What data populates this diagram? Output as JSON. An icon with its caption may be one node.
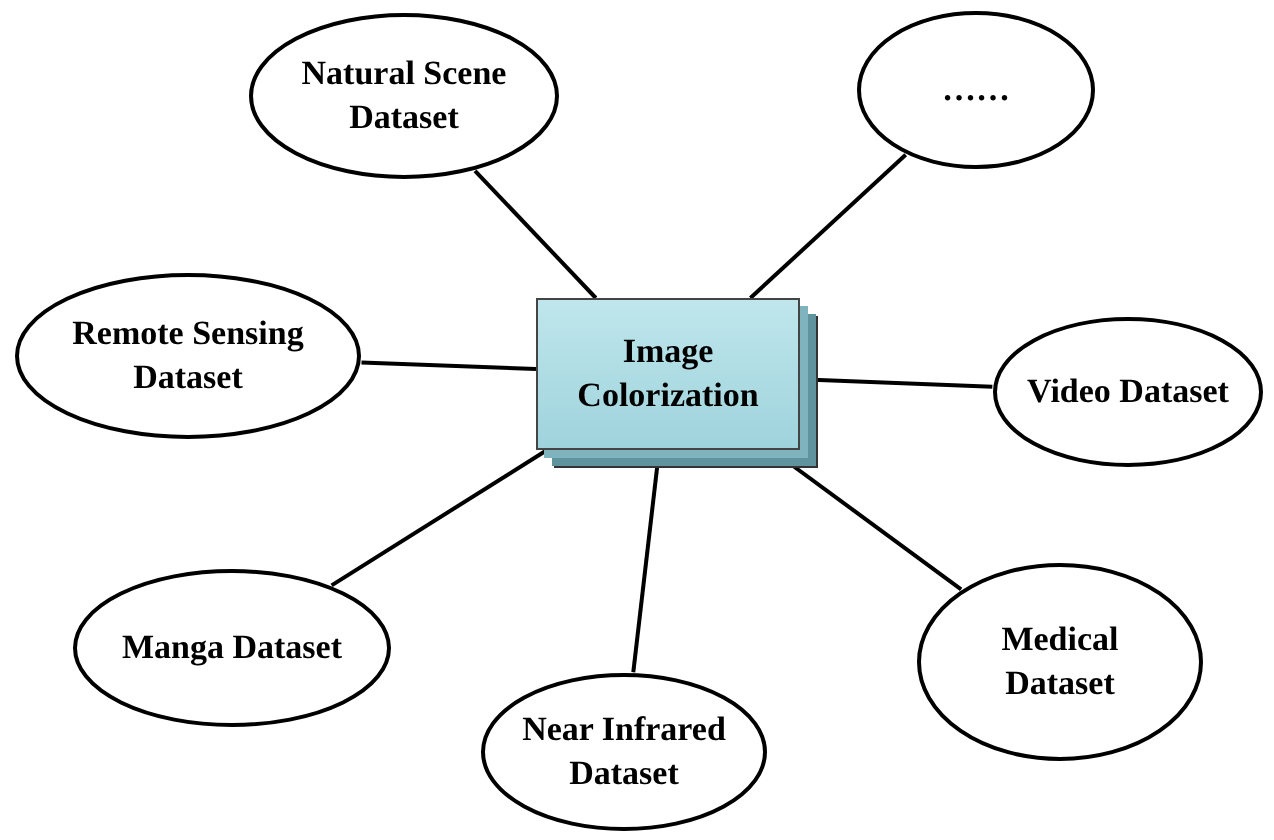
{
  "diagram": {
    "nodes": [
      {
        "text": [
          "Image Colorization"
        ]
      },
      {
        "text": [
          "Natural Scene Dataset"
        ]
      },
      {
        "text": [
          "……"
        ]
      },
      {
        "text": [
          "Remote Sensing Dataset"
        ]
      },
      {
        "text": [
          "Video Dataset"
        ]
      },
      {
        "text": [
          "Manga Dataset"
        ]
      },
      {
        "text": [
          "Near Infrared Dataset"
        ]
      },
      {
        "text": [
          "Medical Dataset"
        ]
      }
    ],
    "edges": [
      {
        "from": 0,
        "to": 1,
        "arrow": "none"
      },
      {
        "from": 0,
        "to": 2,
        "arrow": "none"
      },
      {
        "from": 0,
        "to": 3,
        "arrow": "none"
      },
      {
        "from": 0,
        "to": 4,
        "arrow": "none"
      },
      {
        "from": 0,
        "to": 5,
        "arrow": "none"
      },
      {
        "from": 0,
        "to": 6,
        "arrow": "none"
      },
      {
        "from": 0,
        "to": 7,
        "arrow": "none"
      }
    ]
  }
}
